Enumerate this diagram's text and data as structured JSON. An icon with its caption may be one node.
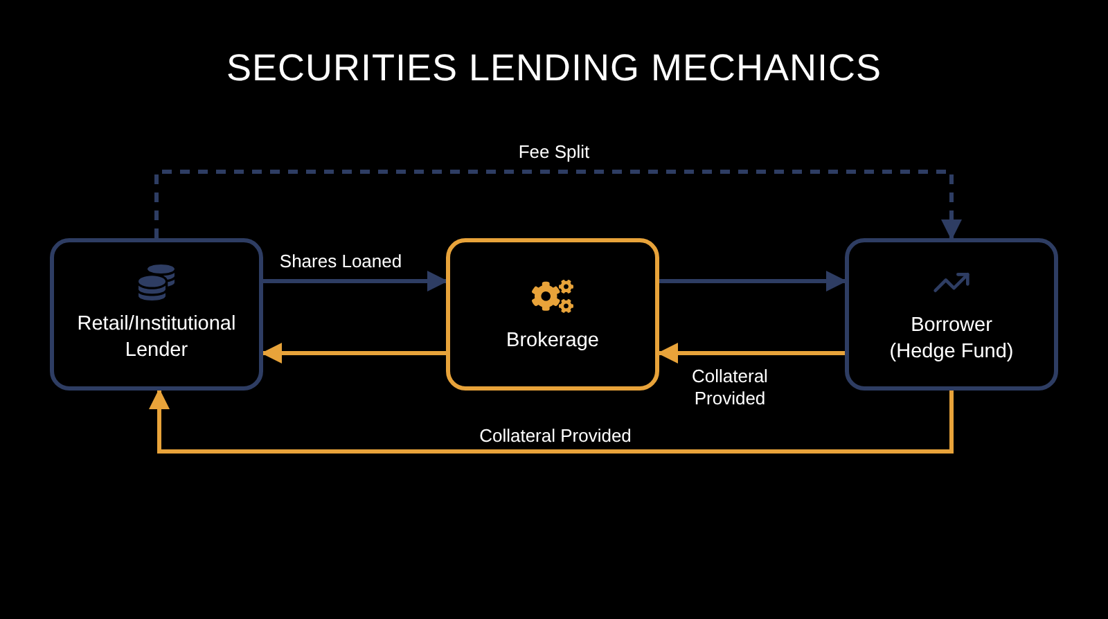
{
  "diagram": {
    "title": "SECURITIES LENDING MECHANICS",
    "nodes": [
      {
        "text": [
          "Retail/Institutional Lender"
        ]
      },
      {
        "text": [
          "Brokerage"
        ]
      },
      {
        "text": [
          "Borrower (Hedge Fund)"
        ]
      }
    ],
    "edges": [
      {
        "from": 0,
        "to": 1,
        "arrow": "to",
        "label": "Shares Loaned"
      },
      {
        "from": 1,
        "to": 2,
        "arrow": "to"
      },
      {
        "from": 1,
        "to": 0,
        "arrow": "to",
        "color": "#e8a33a"
      },
      {
        "from": 2,
        "to": 1,
        "arrow": "to",
        "label": "Collateral Provided",
        "color": "#e8a33a"
      },
      {
        "from": 2,
        "to": 0,
        "arrow": "to",
        "label": "Collateral Provided",
        "color": "#e8a33a"
      },
      {
        "from": 0,
        "to": 2,
        "arrow": "to",
        "label": "Fee Split",
        "style": "dashed"
      }
    ]
  }
}
